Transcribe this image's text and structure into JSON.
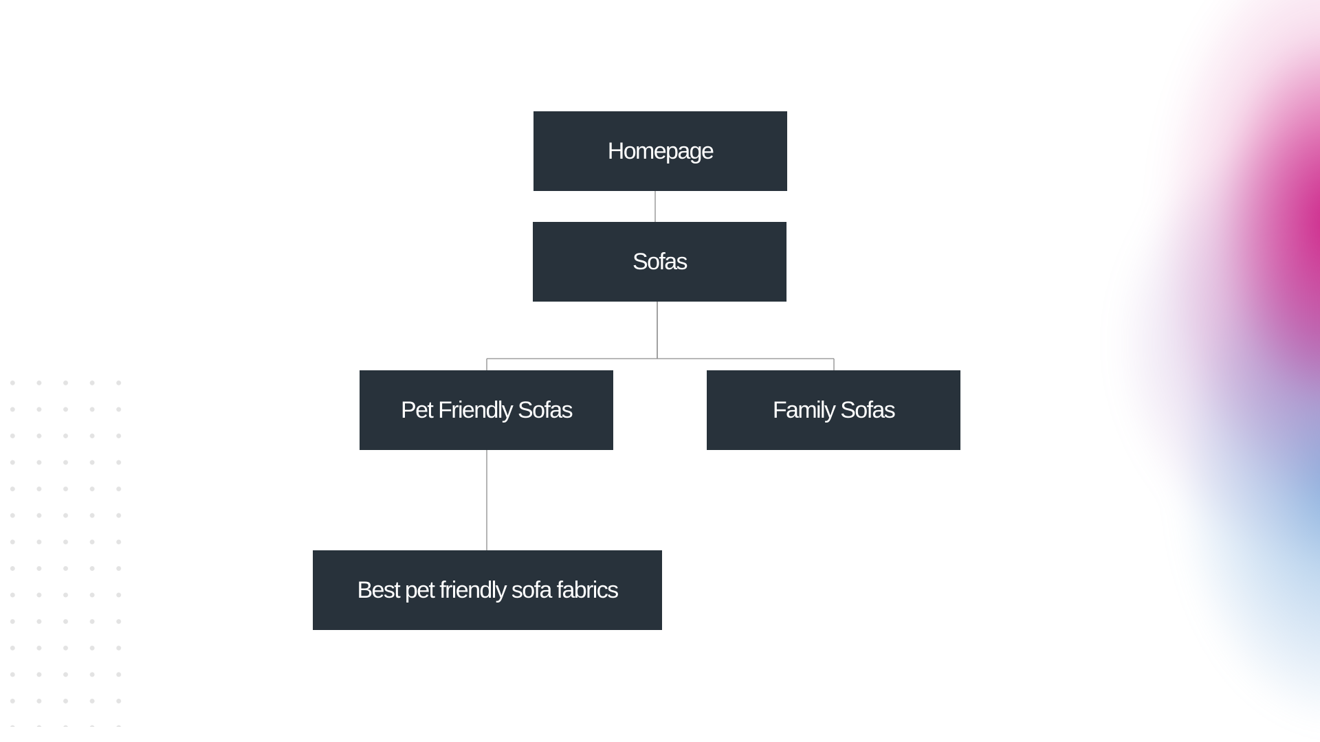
{
  "diagram": {
    "nodes": [
      {
        "id": "homepage",
        "label": "Homepage"
      },
      {
        "id": "sofas",
        "label": "Sofas"
      },
      {
        "id": "pet",
        "label": "Pet Friendly Sofas"
      },
      {
        "id": "family",
        "label": "Family Sofas"
      },
      {
        "id": "best",
        "label": "Best pet friendly sofa fabrics"
      }
    ],
    "edges": [
      {
        "from": "homepage",
        "to": "sofas"
      },
      {
        "from": "sofas",
        "to": "pet"
      },
      {
        "from": "sofas",
        "to": "family"
      },
      {
        "from": "pet",
        "to": "best"
      }
    ]
  },
  "colors": {
    "node_fill": "#28323b",
    "node_text": "#ffffff",
    "connector": "#8c8c8c",
    "accent_magenta": "#cc1882",
    "accent_blue": "#78aadc"
  }
}
